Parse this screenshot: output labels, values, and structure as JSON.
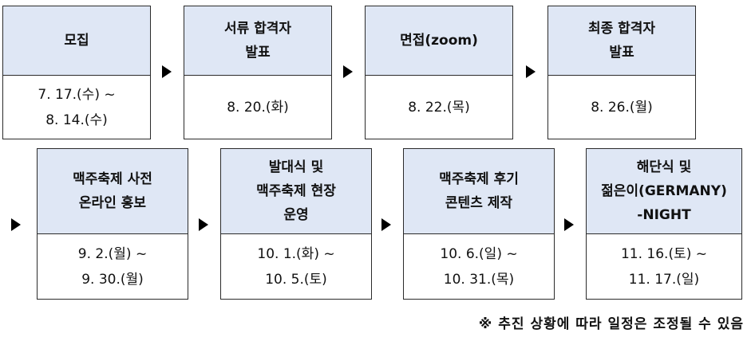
{
  "row1": [
    {
      "title": "모집",
      "date": "7. 17.(수) ~\n8. 14.(수)"
    },
    {
      "title": "서류 합격자\n발표",
      "date": "8. 20.(화)"
    },
    {
      "title": "면접(zoom)",
      "date": "8. 22.(목)"
    },
    {
      "title": "최종 합격자\n발표",
      "date": "8. 26.(월)"
    }
  ],
  "row2": [
    {
      "title": "맥주축제 사전\n온라인 홍보",
      "date": "9. 2.(월) ~\n9. 30.(월)"
    },
    {
      "title": "발대식 및\n맥주축제 현장\n운영",
      "date": "10. 1.(화) ~\n10. 5.(토)"
    },
    {
      "title": "맥주축제 후기\n콘텐츠 제작",
      "date": "10. 6.(일) ~\n10. 31.(목)"
    },
    {
      "title": "해단식 및\n젊은이(GERMANY)\n-NIGHT",
      "date": "11. 16.(토) ~\n11. 17.(일)"
    }
  ],
  "note": "※ 추진 상황에 따라 일정은 조정될 수 있음",
  "colors": {
    "header_bg": "#dfe7f5",
    "border": "#2b2b2b",
    "arrow": "#000000"
  }
}
